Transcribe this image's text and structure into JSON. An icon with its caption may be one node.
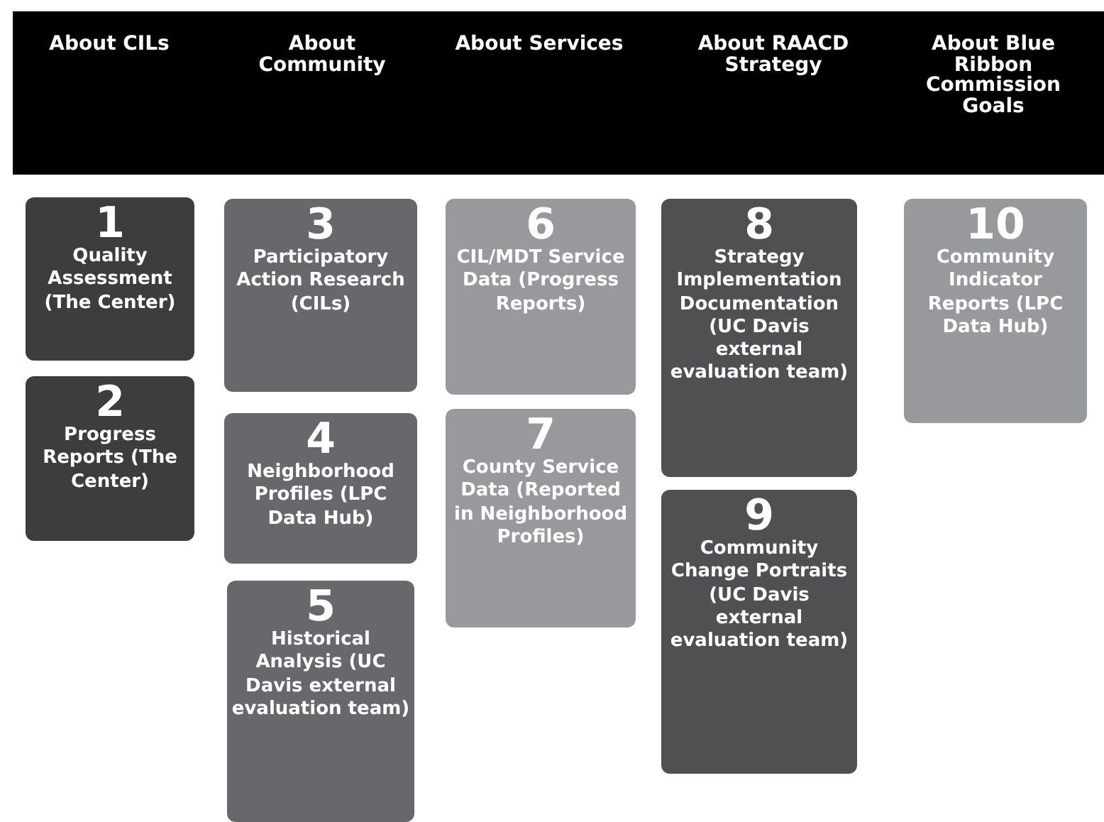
{
  "diagram": {
    "nodes": [
      {
        "text": [
          "1",
          "Quality Assessment (The Center)"
        ]
      },
      {
        "text": [
          "2",
          "Progress Reports (The Center)"
        ]
      },
      {
        "text": [
          "3",
          "Participatory Action Research (CILs)"
        ]
      },
      {
        "text": [
          "4",
          "Neighborhood Profiles (LPC Data Hub)"
        ]
      },
      {
        "text": [
          "5",
          "Historical Analysis (UC Davis external evaluation team)"
        ]
      },
      {
        "text": [
          "6",
          "CIL/MDT Service Data (Progress Reports)"
        ]
      },
      {
        "text": [
          "7",
          "County Service Data (Reported in Neighborhood Profiles)"
        ]
      },
      {
        "text": [
          "8",
          "Strategy Implementation Documentation (UC Davis external evaluation team)"
        ]
      },
      {
        "text": [
          "9",
          "Community Change Portraits (UC Davis external evaluation team)"
        ]
      },
      {
        "text": [
          "10",
          "Community Indicator Reports (LPC Data Hub)"
        ]
      }
    ],
    "labels": [
      "About CILs",
      "About Community",
      "About Services",
      "About RAACD Strategy",
      "About Blue Ribbon Commission Goals"
    ]
  }
}
